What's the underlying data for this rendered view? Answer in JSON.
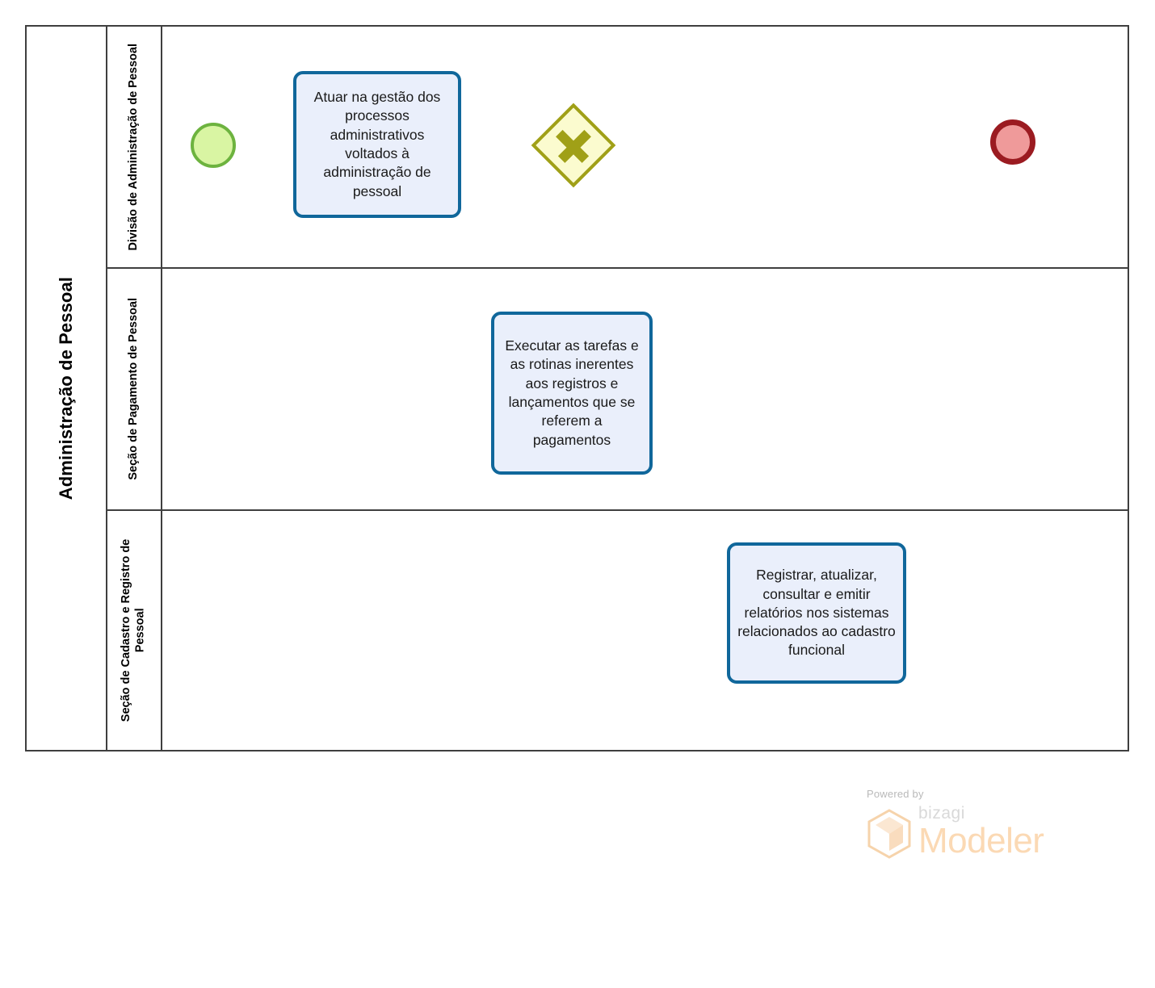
{
  "diagram": {
    "type": "bpmn-process-diagram",
    "pool": {
      "title": "Administração de Pessoal",
      "lanes": [
        {
          "id": "lane-divisao",
          "label": "Divisão de Administração de Pessoal"
        },
        {
          "id": "lane-pagamento",
          "label": "Seção de Pagamento de Pessoal"
        },
        {
          "id": "lane-cadastro",
          "label": "Seção de Cadastro e Registro de Pessoal"
        }
      ]
    },
    "events": {
      "start": {
        "name": "start-event",
        "lane": "lane-divisao"
      },
      "end": {
        "name": "end-event",
        "lane": "lane-divisao"
      }
    },
    "gateway": {
      "name": "parallel-gateway",
      "symbol": "+",
      "lane": "lane-divisao"
    },
    "tasks": [
      {
        "id": "task-1",
        "lane": "lane-divisao",
        "label": "Atuar na gestão dos processos administrativos voltados à administração de pessoal"
      },
      {
        "id": "task-2",
        "lane": "lane-pagamento",
        "label": "Executar as tarefas e as rotinas inerentes aos registros e lançamentos  que se referem a pagamentos"
      },
      {
        "id": "task-3",
        "lane": "lane-cadastro",
        "label": "Registrar, atualizar, consultar e emitir relatórios nos sistemas relacionados ao cadastro funcional"
      }
    ],
    "flows": [
      {
        "from": "start-event",
        "to": "task-1"
      },
      {
        "from": "task-1",
        "to": "parallel-gateway"
      },
      {
        "from": "parallel-gateway",
        "to": "task-2"
      },
      {
        "from": "parallel-gateway",
        "to": "task-3"
      },
      {
        "from": "task-2",
        "to": "end-event"
      },
      {
        "from": "task-3",
        "to": "end-event"
      }
    ],
    "colors": {
      "start_border": "#6db33f",
      "start_fill": "#d9f5a3",
      "end_border": "#9b1b21",
      "end_fill": "#ef9a9a",
      "task_border": "#10679b",
      "task_fill": "#eaeffb",
      "gateway_border": "#a0a017",
      "gateway_fill": "#fbfbcf",
      "pool_border": "#3f3f3f",
      "connector": "#000000"
    }
  },
  "watermark": {
    "powered_by": "Powered by",
    "brand": "bizagi",
    "product": "Modeler"
  }
}
